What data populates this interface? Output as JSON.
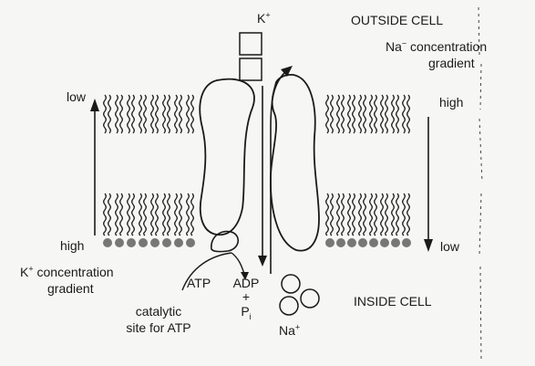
{
  "labels": {
    "k_ion": "K",
    "k_ion_charge": "+",
    "outside_cell": "OUTSIDE CELL",
    "na_gradient_line1_ion": "Na",
    "na_gradient_line1_charge": "−",
    "na_gradient_line1_text": " concentration",
    "na_gradient_line2": "gradient",
    "left_low": "low",
    "left_high": "high",
    "right_high": "high",
    "right_low": "low",
    "k_gradient_ion": "K",
    "k_gradient_charge": "+",
    "k_gradient_text": " concentration",
    "k_gradient_line2": "gradient",
    "atp": "ATP",
    "adp": "ADP",
    "plus": "+",
    "pi_letter": "P",
    "pi_sub": "i",
    "catalytic_line1": "catalytic",
    "catalytic_line2": "site for ATP",
    "inside_cell": "INSIDE CELL",
    "na_ion": "Na",
    "na_ion_charge": "+"
  },
  "colors": {
    "ink": "#1a1a1a",
    "paper": "#f6f6f4",
    "head_dot": "#777777"
  }
}
